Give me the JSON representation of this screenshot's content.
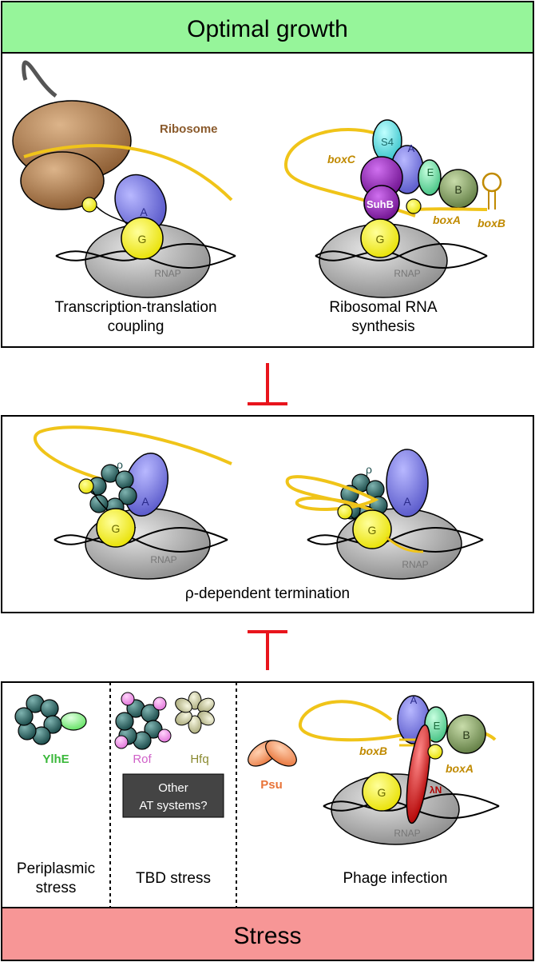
{
  "header": {
    "title": "Optimal growth"
  },
  "footer": {
    "title": "Stress"
  },
  "panel_top": {
    "left": {
      "label_line1": "Transcription-translation",
      "label_line2": "coupling",
      "ribosome": "Ribosome",
      "a": "A",
      "g": "G",
      "rnap": "RNAP"
    },
    "right": {
      "label_line1": "Ribosomal RNA",
      "label_line2": "synthesis",
      "s4": "S4",
      "a": "A",
      "e": "E",
      "b": "B",
      "suhb": "SuhB",
      "g": "G",
      "rnap": "RNAP",
      "boxA": "boxA",
      "boxB": "boxB",
      "boxC": "boxC"
    }
  },
  "panel_middle": {
    "label": "ρ-dependent termination",
    "left": {
      "rho": "ρ",
      "a": "A",
      "g": "G",
      "rnap": "RNAP"
    },
    "right": {
      "rho": "ρ",
      "a": "A",
      "g": "G",
      "rnap": "RNAP"
    }
  },
  "panel_bottom": {
    "periplasmic": {
      "label_line1": "Periplasmic",
      "label_line2": "stress",
      "factor": "YlhE"
    },
    "tbd": {
      "label": "TBD stress",
      "rof": "Rof",
      "hfq": "Hfq",
      "box_line1": "Other",
      "box_line2": "AT systems?"
    },
    "phage": {
      "label": "Phage infection",
      "psu": "Psu",
      "a": "A",
      "e": "E",
      "b": "B",
      "g": "G",
      "rnap": "RNAP",
      "lambdaN": "λN",
      "boxA": "boxA",
      "boxB": "boxB"
    }
  },
  "colors": {
    "header_bg": "#96f59a",
    "footer_bg": "#f79696",
    "inhibit": "#e8141c",
    "rna": "#f0c419",
    "g_yellow": "#f7f23a",
    "a_blue": "#7b7be0",
    "rho_teal": "#2d6b6a",
    "ribosome_brown": "#a5764a",
    "suhb_purple": "#8f1fb0",
    "s4_cyan": "#5fe6e6",
    "e_green": "#7de8a8",
    "b_olive": "#8ba46a",
    "lambdaN_red": "#dd2020",
    "psu_orange": "#f2935a",
    "rof_pink": "#f08ce8",
    "hfq_khaki": "#d8d8a8",
    "ylhe_green": "#8cf08c",
    "label_brown": "#8a5a2c",
    "label_gold": "#c08a00"
  }
}
